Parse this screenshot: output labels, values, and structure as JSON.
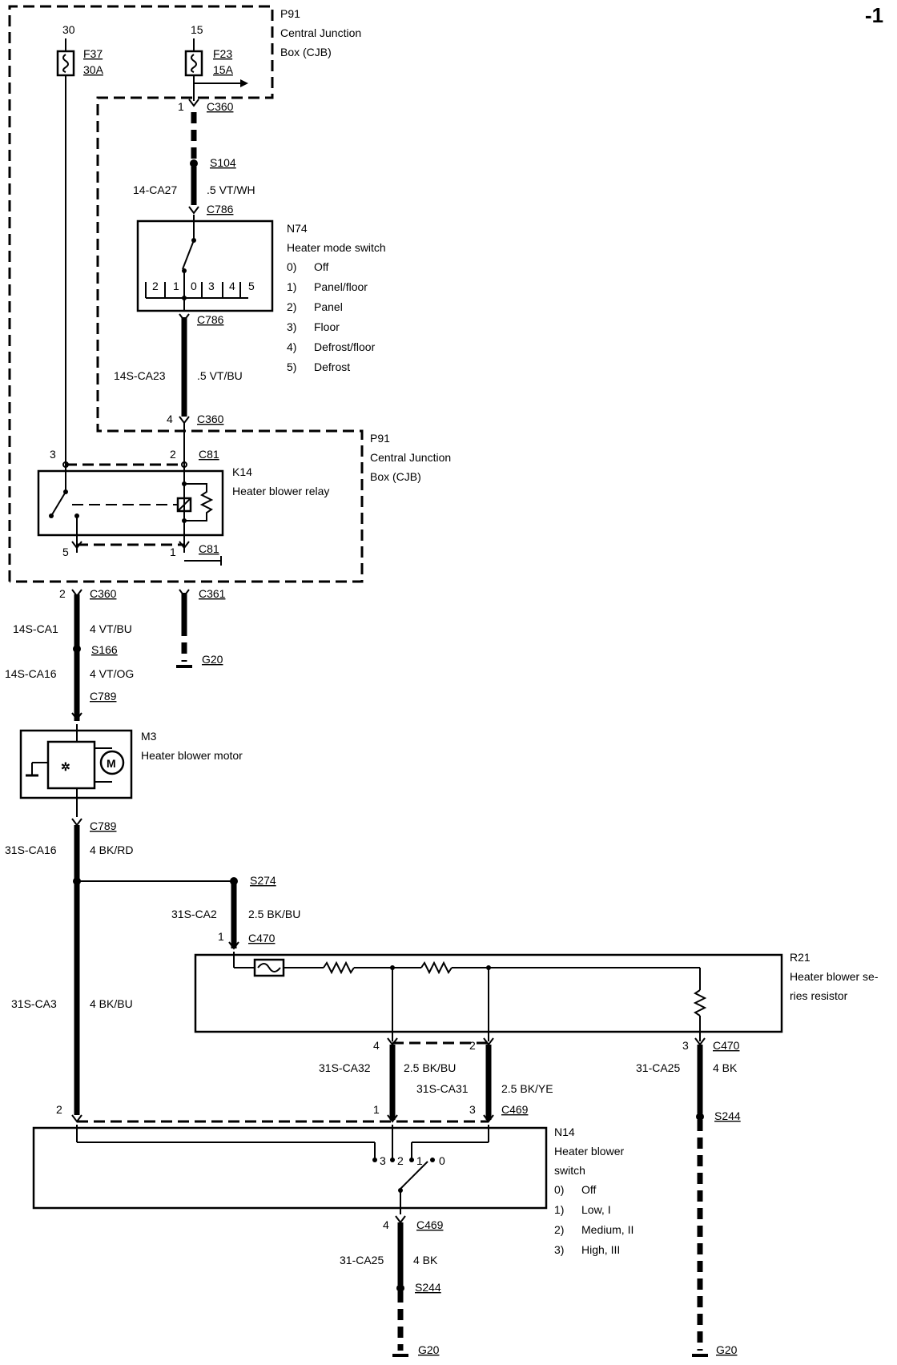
{
  "page_marker": "-1",
  "fuses": [
    {
      "terminal": "30",
      "name": "F37",
      "rating": "30A"
    },
    {
      "terminal": "15",
      "name": "F23",
      "rating": "15A"
    }
  ],
  "cjb": {
    "code": "P91",
    "line1": "Central Junction",
    "line2": "Box (CJB)"
  },
  "connectors": {
    "c360": "C360",
    "c786": "C786",
    "c81": "C81",
    "c361": "C361",
    "c789": "C789",
    "c470": "C470",
    "c469": "C469"
  },
  "splices": {
    "s104": "S104",
    "s166": "S166",
    "s274": "S274",
    "s244": "S244"
  },
  "ground": "G20",
  "pins": {
    "p1": "1",
    "p2": "2",
    "p3": "3",
    "p4": "4",
    "p5": "5"
  },
  "wires": {
    "w_ca27_code": "14-CA27",
    "w_ca27_spec": ".5 VT/WH",
    "w_ca23_code": "14S-CA23",
    "w_ca23_spec": ".5 VT/BU",
    "w_ca1_code": "14S-CA1",
    "w_ca1_spec": "4 VT/BU",
    "w_ca16a_code": "14S-CA16",
    "w_ca16a_spec": "4 VT/OG",
    "w_ca16b_code": "31S-CA16",
    "w_ca16b_spec": "4 BK/RD",
    "w_ca2_code": "31S-CA2",
    "w_ca2_spec": "2.5 BK/BU",
    "w_ca3_code": "31S-CA3",
    "w_ca3_spec": "4 BK/BU",
    "w_ca32_code": "31S-CA32",
    "w_ca32_spec": "2.5 BK/BU",
    "w_ca31_code": "31S-CA31",
    "w_ca31_spec": "2.5 BK/YE",
    "w_ca25_code": "31-CA25",
    "w_ca25_spec": "4 BK"
  },
  "n74": {
    "code": "N74",
    "name": "Heater mode switch",
    "positions": [
      {
        "n": "0)",
        "label": "Off"
      },
      {
        "n": "1)",
        "label": "Panel/floor"
      },
      {
        "n": "2)",
        "label": "Panel"
      },
      {
        "n": "3)",
        "label": "Floor"
      },
      {
        "n": "4)",
        "label": "Defrost/floor"
      },
      {
        "n": "5)",
        "label": "Defrost"
      }
    ],
    "terms": [
      "2",
      "1",
      "0",
      "3",
      "4",
      "5"
    ]
  },
  "k14": {
    "code": "K14",
    "name": "Heater blower relay"
  },
  "m3": {
    "code": "M3",
    "name": "Heater blower motor",
    "symbol": "M"
  },
  "r21": {
    "code": "R21",
    "line1": "Heater blower se-",
    "line2": "ries resistor"
  },
  "n14": {
    "code": "N14",
    "line1": "Heater blower",
    "line2": "switch",
    "positions": [
      {
        "n": "0)",
        "label": "Off"
      },
      {
        "n": "1)",
        "label": "Low, I"
      },
      {
        "n": "2)",
        "label": "Medium, II"
      },
      {
        "n": "3)",
        "label": "High, III"
      }
    ],
    "terms": [
      "3",
      "2",
      "1",
      "0"
    ]
  }
}
